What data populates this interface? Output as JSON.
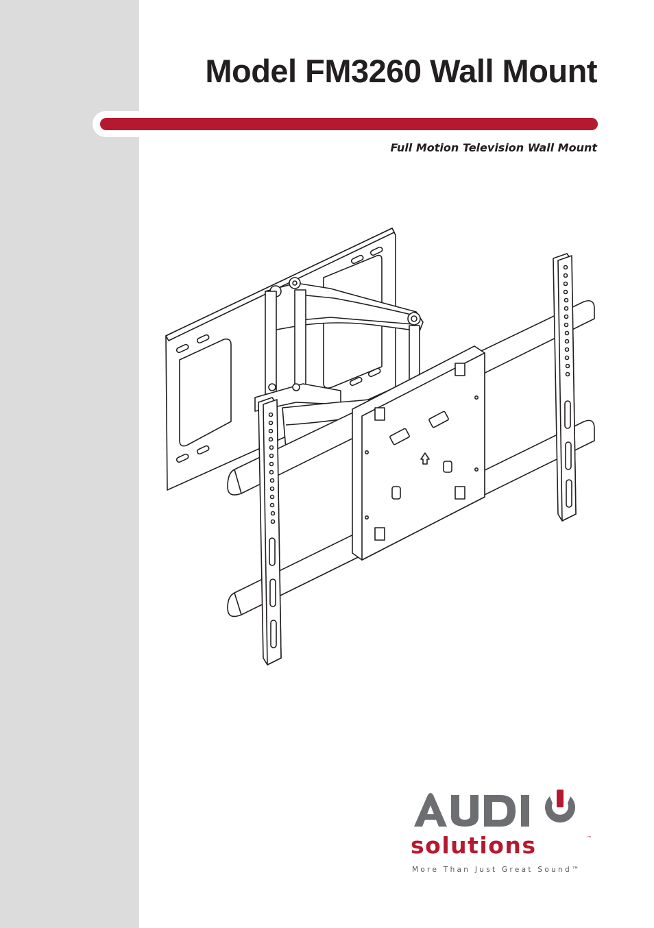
{
  "header": {
    "title": "Model FM3260 Wall Mount",
    "subtitle": "Full Motion Television Wall Mount"
  },
  "colors": {
    "accent": "#b5192f",
    "side_band": "#dcdcdc",
    "logo_gray": "#6d6e71",
    "text": "#231f20"
  },
  "illustration": {
    "icon": "tv-wall-mount-drawing-icon"
  },
  "brand": {
    "logo_word": "AUDIO",
    "logo_sub": "solutions",
    "logo_tm": "™",
    "tagline": "More Than Just Great Sound™",
    "power_icon": "power-icon"
  }
}
